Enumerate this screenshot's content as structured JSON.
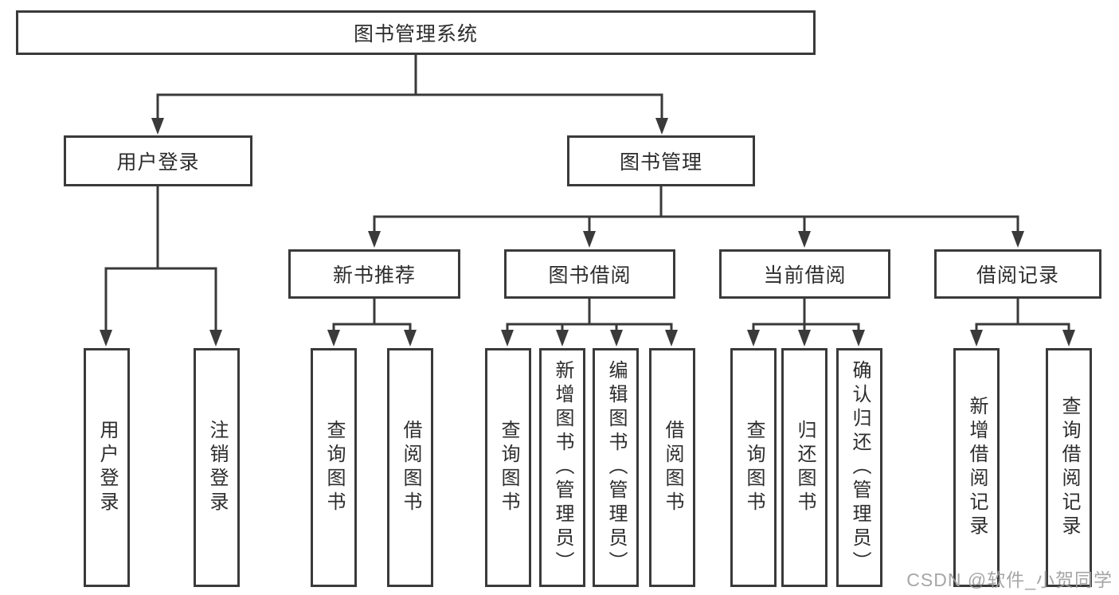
{
  "tree": {
    "label": "图书管理系统",
    "children": [
      {
        "label": "用户登录",
        "children": [
          {
            "label": "用户登录"
          },
          {
            "label": "注销登录"
          }
        ]
      },
      {
        "label": "图书管理",
        "children": [
          {
            "label": "新书推荐",
            "children": [
              {
                "label": "查询图书"
              },
              {
                "label": "借阅图书"
              }
            ]
          },
          {
            "label": "图书借阅",
            "children": [
              {
                "label": "查询图书"
              },
              {
                "label": "新增图书（管理员）"
              },
              {
                "label": "编辑图书（管理员）"
              },
              {
                "label": "借阅图书"
              }
            ]
          },
          {
            "label": "当前借阅",
            "children": [
              {
                "label": "查询图书"
              },
              {
                "label": "归还图书"
              },
              {
                "label": "确认归还（管理员）"
              }
            ]
          },
          {
            "label": "借阅记录",
            "children": [
              {
                "label": "新增借阅记录"
              },
              {
                "label": "查询借阅记录"
              }
            ]
          }
        ]
      }
    ]
  },
  "watermark": {
    "text": "CSDN @软件_小贺同学"
  },
  "colors": {
    "line": "#3a3a3a",
    "box_border": "#3a3a3a",
    "text": "#2d2d2d",
    "watermark": "#9e9e9e",
    "background": "#ffffff"
  }
}
